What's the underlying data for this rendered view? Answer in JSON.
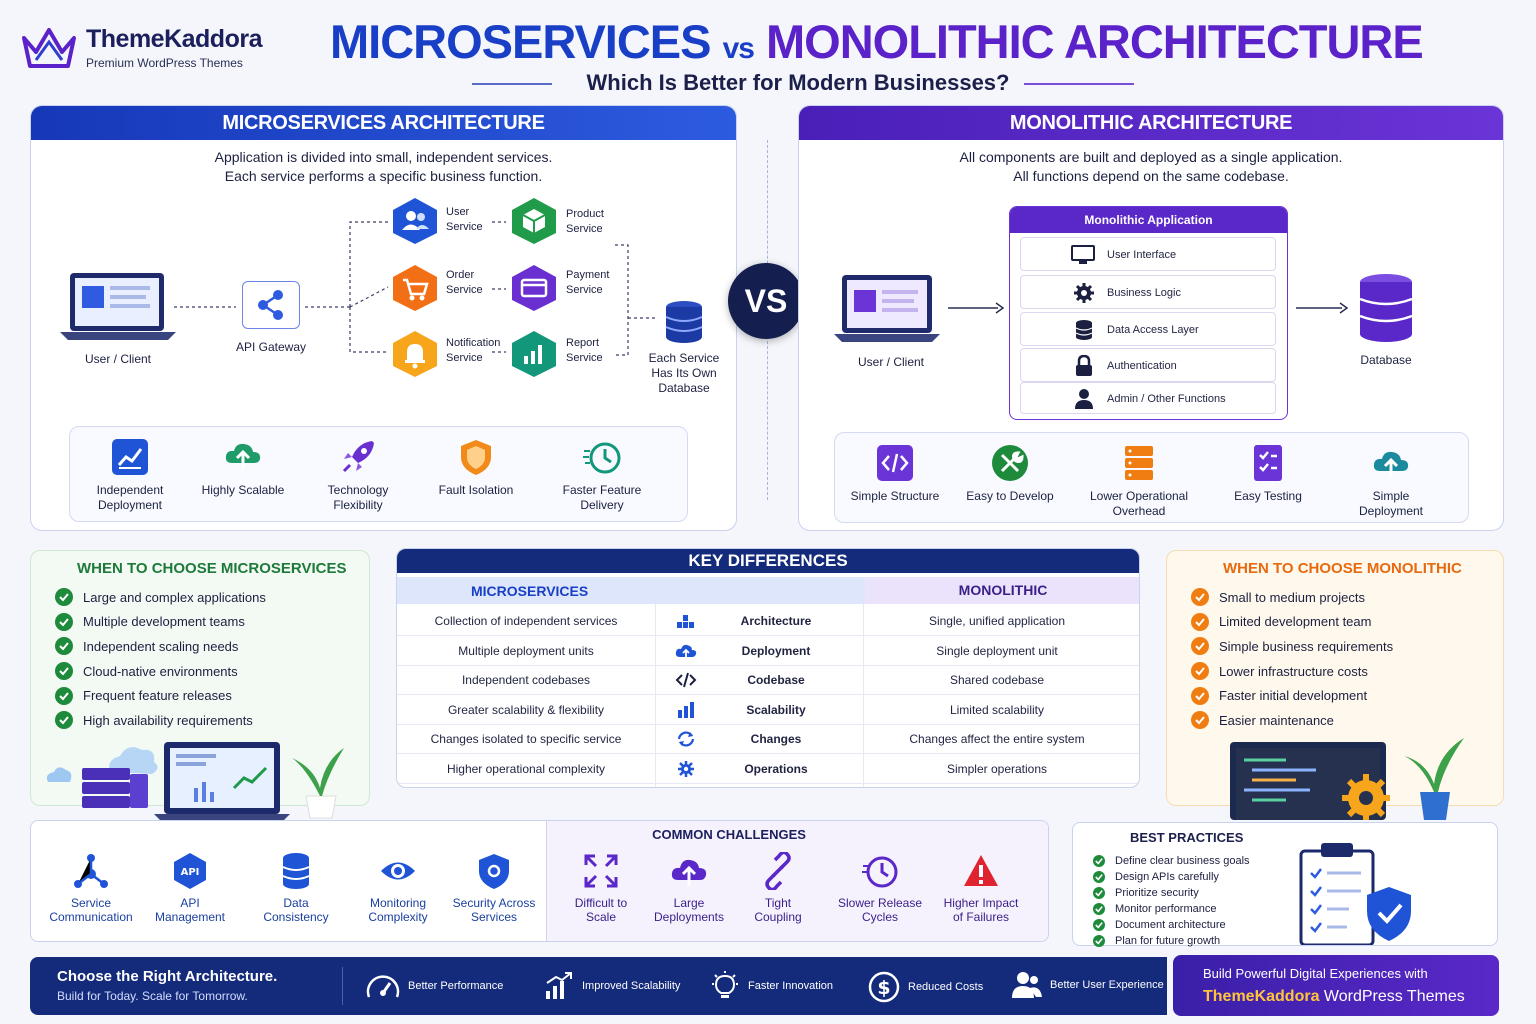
{
  "brand": {
    "name": "ThemeKaddora",
    "tagline": "Premium WordPress Themes"
  },
  "title": {
    "left": "MICROSERVICES",
    "vs": "vs",
    "right": "MONOLITHIC ARCHITECTURE",
    "subtitle": "Which Is Better for Modern Businesses?"
  },
  "vs_label": "VS",
  "micro": {
    "header": "MICROSERVICES ARCHITECTURE",
    "desc1": "Application is divided into small, independent services.",
    "desc2": "Each service performs a specific business function.",
    "client": "User / Client",
    "gateway": "API Gateway",
    "services": [
      "User Service",
      "Product Service",
      "Order Service",
      "Payment Service",
      "Notification Service",
      "Report Service"
    ],
    "db": "Each Service Has Its Own Database",
    "features": [
      "Independent Deployment",
      "Highly Scalable",
      "Technology Flexibility",
      "Fault Isolation",
      "Faster Feature Delivery"
    ]
  },
  "mono": {
    "header": "MONOLITHIC ARCHITECTURE",
    "desc1": "All components are built and deployed as a single application.",
    "desc2": "All functions depend on the same codebase.",
    "client": "User / Client",
    "app_title": "Monolithic Application",
    "layers": [
      "User Interface",
      "Business Logic",
      "Data Access Layer",
      "Authentication",
      "Admin / Other Functions"
    ],
    "db": "Database",
    "features": [
      "Simple Structure",
      "Easy to Develop",
      "Lower Operational Overhead",
      "Easy Testing",
      "Simple Deployment"
    ]
  },
  "when_micro": {
    "title": "WHEN TO CHOOSE MICROSERVICES",
    "items": [
      "Large and complex applications",
      "Multiple development teams",
      "Independent scaling needs",
      "Cloud-native environments",
      "Frequent feature releases",
      "High availability requirements"
    ]
  },
  "when_mono": {
    "title": "WHEN TO CHOOSE MONOLITHIC",
    "items": [
      "Small to medium projects",
      "Limited development team",
      "Simple business requirements",
      "Lower infrastructure costs",
      "Faster initial development",
      "Easier maintenance"
    ]
  },
  "key": {
    "title": "KEY DIFFERENCES",
    "col_left": "MICROSERVICES",
    "col_right": "MONOLITHIC",
    "rows": [
      {
        "left": "Collection of independent services",
        "center": "Architecture",
        "right": "Single, unified application"
      },
      {
        "left": "Multiple deployment units",
        "center": "Deployment",
        "right": "Single deployment unit"
      },
      {
        "left": "Independent codebases",
        "center": "Codebase",
        "right": "Shared codebase"
      },
      {
        "left": "Greater scalability & flexibility",
        "center": "Scalability",
        "right": "Limited scalability"
      },
      {
        "left": "Changes isolated to specific service",
        "center": "Changes",
        "right": "Changes affect the entire system"
      },
      {
        "left": "Higher operational complexity",
        "center": "Operations",
        "right": "Simpler operations"
      }
    ]
  },
  "challenges": {
    "title": "COMMON CHALLENGES",
    "items": [
      "Service Communication",
      "API Management",
      "Data Consistency",
      "Monitoring Complexity",
      "Security Across Services",
      "Difficult to Scale",
      "Large Deployments",
      "Tight Coupling",
      "Slower Release Cycles",
      "Higher Impact of Failures"
    ]
  },
  "best": {
    "title": "BEST PRACTICES",
    "items": [
      "Define clear business goals",
      "Design APIs carefully",
      "Prioritize security",
      "Monitor performance",
      "Document architecture",
      "Plan for future growth"
    ]
  },
  "footer": {
    "headline": "Choose the Right Architecture.",
    "sub": "Build for Today. Scale for Tomorrow.",
    "benefits": [
      "Better Performance",
      "Improved Scalability",
      "Faster Innovation",
      "Reduced Costs",
      "Better User Experience"
    ],
    "cta1": "Build Powerful Digital Experiences with",
    "cta_brand": "ThemeKaddora",
    "cta_tail": "WordPress Themes"
  },
  "colors": {
    "micro_blue": "#1a3fc7",
    "mono_purple": "#5a22c8",
    "green": "#1e8a3c",
    "orange": "#f07d12",
    "navy": "#142a7a"
  }
}
